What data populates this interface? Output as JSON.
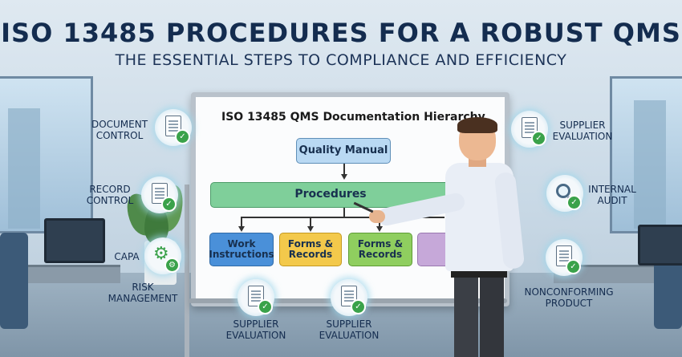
{
  "header": {
    "title": "ISO 13485 PROCEDURES FOR A ROBUST QMS",
    "subtitle": "THE ESSENTIAL STEPS TO COMPLIANCE AND EFFICIENCY"
  },
  "whiteboard": {
    "title": "ISO 13485 QMS Documentation Hierarchy",
    "level1": "Quality Manual",
    "level2": "Procedures",
    "level3": [
      {
        "label": "Work Instructions",
        "color": "#4a90d9"
      },
      {
        "label": "Forms & Records",
        "color": "#f3c94b"
      },
      {
        "label": "Forms & Records",
        "color": "#8fce5f"
      },
      {
        "label": "",
        "color": "#c6a8d9"
      }
    ]
  },
  "left_items": [
    {
      "label": "DOCUMENT\nCONTROL",
      "icon": "document-check-icon"
    },
    {
      "label": "RECORD\nCONTROL",
      "icon": "record-check-icon"
    },
    {
      "label": "CAPA",
      "icon": "gear-icon"
    },
    {
      "label": "RISK\nMANAGEMENT",
      "icon": ""
    }
  ],
  "right_items": [
    {
      "label": "SUPPLIER\nEVALUATION",
      "icon": "document-check-icon"
    },
    {
      "label": "INTERNAL\nAUDIT",
      "icon": "magnifier-check-icon"
    },
    {
      "label": "NONCONFORMING\nPRODUCT",
      "icon": "document-check-icon"
    }
  ],
  "bottom_items": [
    {
      "label": "SUPPLIER\nEVALUATION",
      "icon": "document-check-icon"
    },
    {
      "label": "SUPPLIER\nEVALUATION",
      "icon": "document-check-icon"
    }
  ],
  "colors": {
    "title": "#142c4f",
    "quality_manual": "#b9d9f3",
    "procedures": "#7fcf9a",
    "check": "#3aa24a"
  }
}
